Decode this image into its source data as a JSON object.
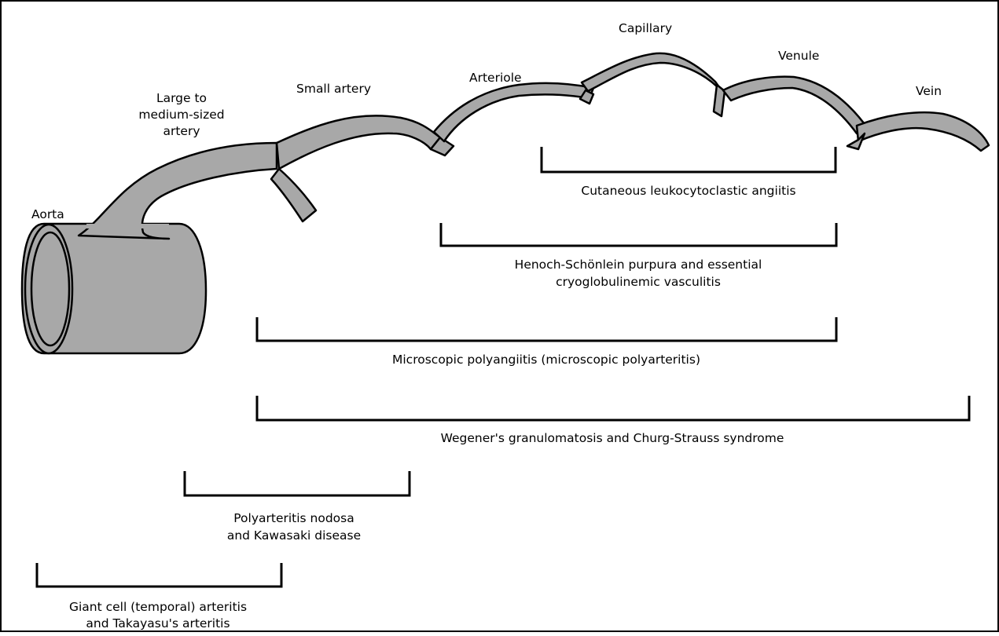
{
  "vessels": {
    "aorta": "Aorta",
    "large_artery_lines": [
      "Large to",
      "medium-sized",
      "artery"
    ],
    "small_artery": "Small artery",
    "arteriole": "Arteriole",
    "capillary": "Capillary",
    "venule": "Venule",
    "vein": "Vein"
  },
  "diseases": {
    "cutaneous": [
      "Cutaneous leukocytoclastic angiitis"
    ],
    "henoch": [
      "Henoch-Schönlein purpura and essential",
      "cryoglobulinemic vasculitis"
    ],
    "microscopic": [
      "Microscopic polyangiitis (microscopic polyarteritis)"
    ],
    "wegener": [
      "Wegener's granulomatosis and Churg-Strauss syndrome"
    ],
    "polyarteritis": [
      "Polyarteritis nodosa",
      "and Kawasaki disease"
    ],
    "giant_cell": [
      "Giant cell (temporal) arteritis",
      "and Takayasu's arteritis"
    ]
  },
  "colors": {
    "vessel_fill": "#a8a8a8",
    "vessel_stroke": "#000000",
    "bracket": "#000000"
  }
}
